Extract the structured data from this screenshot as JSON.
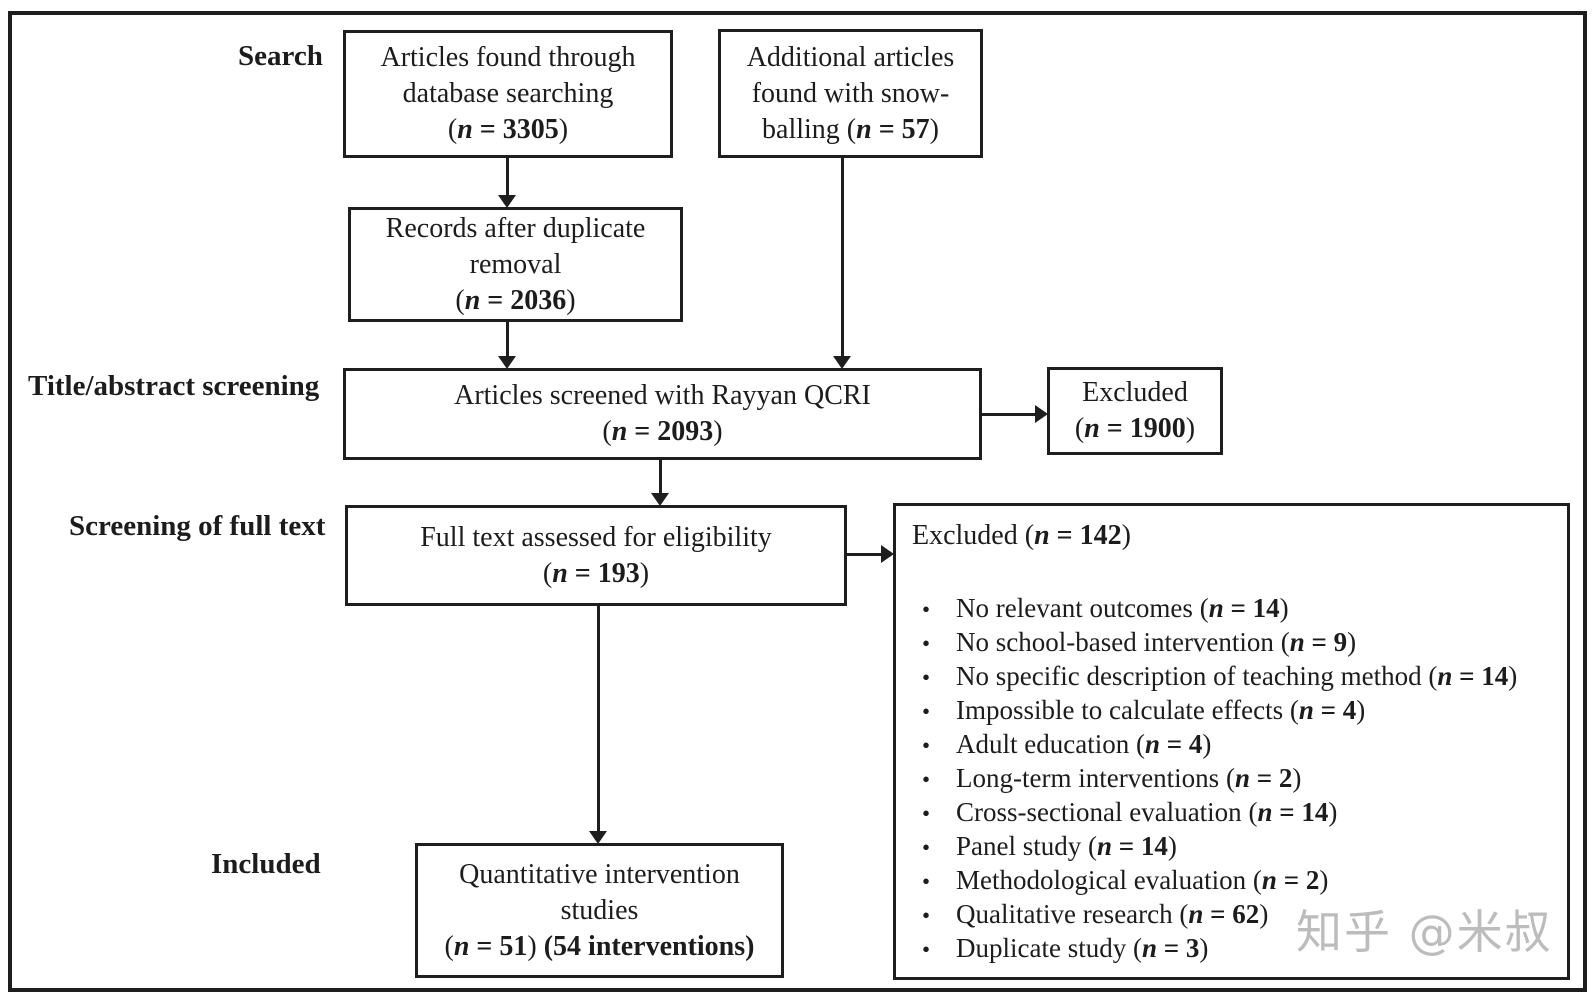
{
  "watermark": "知乎 @米叔",
  "stage_labels": {
    "search": "Search",
    "title_abstract_screening": "Title/abstract screening",
    "full_text_screening": "Screening of full text",
    "included": "Included"
  },
  "boxes": {
    "database_search": {
      "lines": [
        "Articles found through",
        "database searching"
      ],
      "n": "3305",
      "n_own_line": true
    },
    "snowballing": {
      "lines": [
        "Additional articles",
        "found with snow-",
        "balling"
      ],
      "n": "57",
      "n_own_line": false
    },
    "duplicate_removal": {
      "lines": [
        "Records after duplicate",
        "removal"
      ],
      "n": "2036",
      "n_own_line": true
    },
    "screened": {
      "lines": [
        "Articles screened with Rayyan QCRI"
      ],
      "n": " 2093",
      "n_own_line": true
    },
    "excluded_screening": {
      "lines": [
        "Excluded"
      ],
      "n": "1900",
      "n_own_line": true
    },
    "full_text": {
      "lines": [
        "Full text assessed for eligibility"
      ],
      "n": "193",
      "n_own_line": true
    },
    "included": {
      "lines": [
        "Quantitative intervention",
        "studies"
      ],
      "n": "51",
      "n_own_line": true,
      "suffix": "54 interventions"
    },
    "excluded_full_text": {
      "header": {
        "lines": [
          "Excluded"
        ],
        "n": "142",
        "n_own_line": false
      },
      "reasons": [
        {
          "text": "No relevant outcomes",
          "n": "14"
        },
        {
          "text": "No school-based intervention",
          "n": "9"
        },
        {
          "text": "No specific description of teaching method",
          "n": "14"
        },
        {
          "text": "Impossible to calculate effects",
          "n": "4"
        },
        {
          "text": "Adult education",
          "n": "4"
        },
        {
          "text": "Long-term interventions",
          "n": "2"
        },
        {
          "text": "Cross-sectional evaluation",
          "n": "14"
        },
        {
          "text": "Panel study",
          "n": "14"
        },
        {
          "text": "Methodological evaluation",
          "n": "2"
        },
        {
          "text": "Qualitative research",
          "n": "62"
        },
        {
          "text": "Duplicate study",
          "n": "3"
        }
      ]
    }
  }
}
